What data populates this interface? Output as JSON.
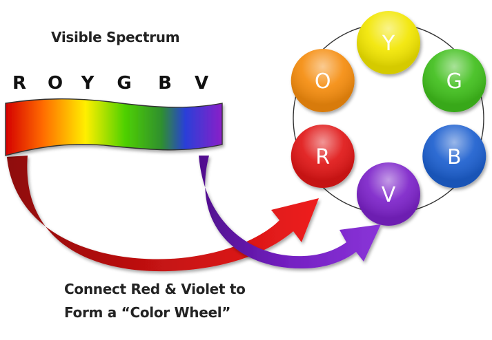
{
  "title": "Visible Spectrum",
  "spectrum_letters": [
    "R",
    "O",
    "Y",
    "G",
    "B",
    "V"
  ],
  "caption": {
    "line1": "Connect Red & Violet to",
    "line2": "Form a “Color Wheel”"
  },
  "wheel": [
    {
      "label": "Y",
      "color": "#f2e600",
      "text_color": "#222222"
    },
    {
      "label": "G",
      "color": "#3fbf1f",
      "text_color": "#ffffff"
    },
    {
      "label": "B",
      "color": "#1f5fcf",
      "text_color": "#ffffff"
    },
    {
      "label": "V",
      "color": "#7b22c9",
      "text_color": "#ffffff"
    },
    {
      "label": "R",
      "color": "#e01616",
      "text_color": "#ffffff"
    },
    {
      "label": "O",
      "color": "#f58c0f",
      "text_color": "#ffffff"
    }
  ],
  "arrow_colors": {
    "red": "#d91010",
    "violet": "#7a1fc4"
  }
}
